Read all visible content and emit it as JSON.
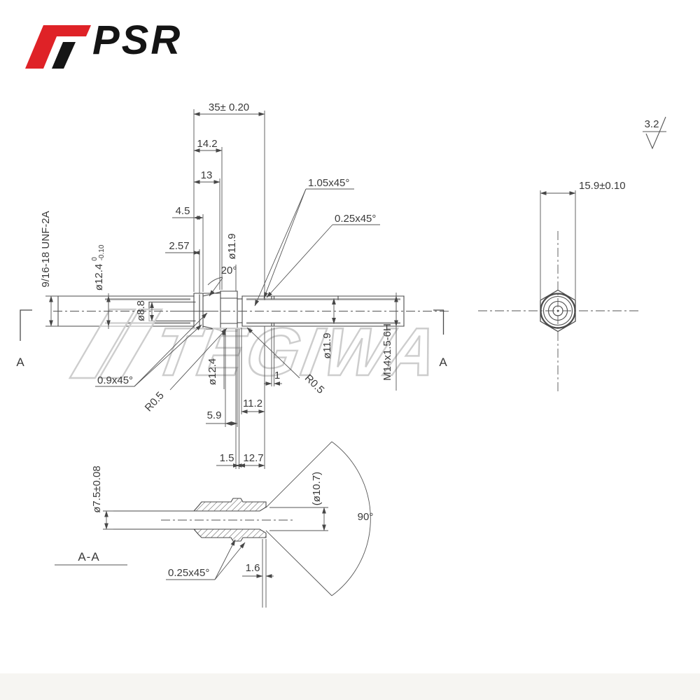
{
  "logo": {
    "brand": "PSR"
  },
  "watermark": {
    "text": "TEGIWA"
  },
  "surface_finish": {
    "roughness": "3.2"
  },
  "front_view": {
    "dim_overall": "35± 0.20",
    "dim_14_2": "14.2",
    "dim_13": "13",
    "dim_4_5": "4.5",
    "dim_2_57": "2.57",
    "chamfer_top_1": "1.05x45°",
    "chamfer_top_2": "0.25x45°",
    "thread_left": "9/16-18 UNF-2A",
    "dia_12_4_main": "ø12.4",
    "dia_12_4_tol_upper": "0",
    "dia_12_4_tol_lower": "-0.10",
    "dia_8_8": "ø8.8",
    "dia_11_9_seat": "ø11.9",
    "angle_cone": "20°",
    "chamfer_left": "0.9x45°",
    "radius_left": "R0.5",
    "dia_12_4_groove": "ø12.4",
    "dim_groove_1": "1",
    "radius_right": "R0.5",
    "dia_11_9_thread": "ø11.9",
    "thread_right": "M14x1.5-6H",
    "dim_11_2": "11.2",
    "dim_5_9": "5.9",
    "dim_1_5": "1.5",
    "dim_12_7": "12.7",
    "section_arrow_left": "A",
    "section_arrow_right": "A"
  },
  "end_view": {
    "dim_across_flats": "15.9±0.10"
  },
  "section_view": {
    "title": "A-A",
    "dia_tube": "ø7.5±0.08",
    "dia_flare": "(ø10.7)",
    "angle_flare": "90°",
    "chamfer": "0.25x45°",
    "dim_1_6": "1.6"
  }
}
